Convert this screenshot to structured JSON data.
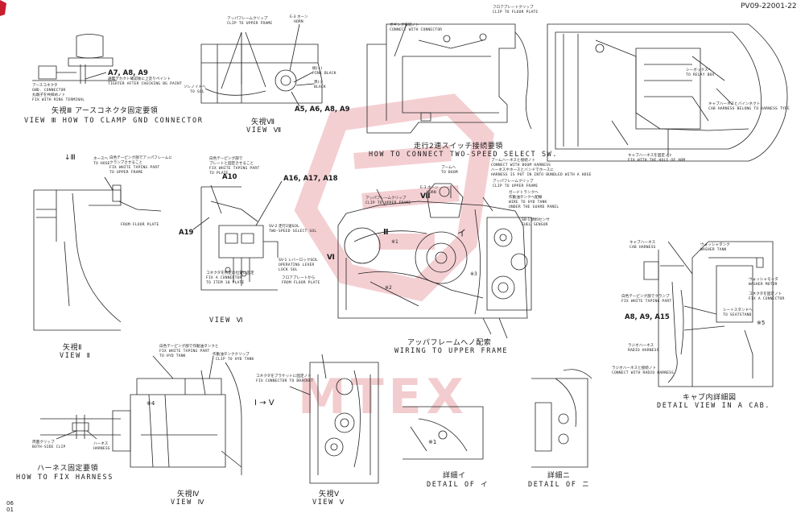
{
  "document": {
    "doc_id": "PV09-22001-22",
    "page_marks": [
      "06",
      "01"
    ],
    "watermark_text": "MTEX"
  },
  "views": {
    "view3": {
      "jp": "矢視Ⅲ アースコネクタ固定要領",
      "en": "VIEW Ⅲ HOW TO CLAMP GND CONNECTOR",
      "refs": "A7, A8, A9",
      "notes": [
        "アースコネクタ",
        "GND. CONNECTOR",
        "丸端子を共締めノト",
        "FIX WITH RING TERMINAL",
        "通電テカクト確認後に上塗りペイント",
        "TIGHTER AFTER CHECKING BG PAINT"
      ]
    },
    "view7": {
      "jp": "矢視Ⅶ",
      "en": "VIEW Ⅶ",
      "refs": "A5, A6, A8, A9",
      "notes": [
        "アッパフレームクリップ",
        "CLIP TO UPPER FRAME",
        "E-3 ホーン",
        "HORN",
        "ソレノイドへ",
        "TO SOL",
        "桃(+)",
        "PINK BLACK",
        "黒(-)",
        "BLACK"
      ]
    },
    "two_speed": {
      "jp": "走行2速スイッチ接続要領",
      "en": "HOW TO CONNECT TWO-SPEED SELECT SW.",
      "notes": [
        "ボギング接続ノト",
        "CONNECT WITH CONNECTOR",
        "フロアプレートクリップ",
        "CLIP TO FLOOR PLATE"
      ]
    },
    "cab_right": {
      "notes": [
        "シーボックスへ",
        "TO RELAY BOX",
        "キャブハーネスとバインネクト",
        "CAB HARNESS BELONG TO HARNESS TYPE",
        "キャブハーネスを固定ノト",
        "FIX WITH THE HOLE OF ARM"
      ]
    },
    "view2": {
      "jp": "矢視Ⅱ",
      "en": "VIEW Ⅱ",
      "notes": [
        "ホースへ",
        "TO HOSE",
        "白色テーピング部でアッパフレームに",
        "クランプさせること",
        "FIX WHITE TAPING PART",
        "TO UPPER FRAME",
        "FROM FLOOR PLATE"
      ]
    },
    "view6": {
      "jp": "",
      "en": "VIEW Ⅵ",
      "refs_top": "A16, A17, A18",
      "ref_a10": "A10",
      "ref_a19": "A19",
      "notes": [
        "白色テーピング部で",
        "プレートと固定させること",
        "FIX WHITE TAPING PART",
        "TO PLATE",
        "SV-2 走行2速SOL",
        "TWO-SPEED SELECT SOL",
        "SV-1 レバーロックSOL",
        "OPERATING LEVER",
        "LOCK SOL",
        "コネクタを所定の位置に固定",
        "FIX A CONNECTOR",
        "TO ITEM 10 PLATE",
        "フロアプレートから",
        "FROM FLOOR PLATE"
      ]
    },
    "upper_frame": {
      "jp": "アッパフレームへノ配索",
      "en": "WIRING TO UPPER FRAME",
      "notes": [
        "ブームへ",
        "TO BOOM",
        "ブームハーネスと接続ノト",
        "CONNECT WITH BOOM HARNESS",
        "ハーネスやホースとバンドでホースに",
        "HARNESS IS PUT IN INTO BUNDLED WITH A HOSE",
        "アッパフレームクリップ",
        "CLIP TO UPPER FRAME",
        "E-3 ホーン",
        "HORN",
        "アッパフレームクリップ",
        "CLIP TO UPPER FRAME",
        "ガードトランクへ",
        "作動油タンクへ配線",
        "WIRE TO HYD TANK",
        "UNDER THE GUARD PANEL",
        "S8-1 燃料センサ",
        "FUEL SENSOR",
        "Ⅶ",
        "Ⅱ",
        "Ⅵ",
        "イ",
        "※1",
        "※2",
        "※3"
      ]
    },
    "cab_detail": {
      "jp": "キャブ内詳細図",
      "en": "DETAIL VIEW IN A CAB.",
      "refs": "A8, A9, A15",
      "notes": [
        "キャブハーネス",
        "CAB HARNESS",
        "ウォッシャタンク",
        "WASHER TANK",
        "ウォッシャモータ",
        "WASHER MOTOR",
        "白色テーピング部でクランプ",
        "FIX WHITE TAPING PART",
        "コネクタを固定ノト",
        "FIX A CONNECTOR",
        "シートスタンドへ",
        "TO SEATSTAND",
        "ラジオハーネス",
        "RADIO HARNESS",
        "ラジオハーネスと接続ノト",
        "CONNECT WITH RADIO HARNESS",
        "※5"
      ]
    },
    "fix_harness": {
      "jp": "ハーネス固定要領",
      "en": "HOW TO FIX HARNESS",
      "notes": [
        "両面クリップ",
        "BOTH-SIDE CLIP",
        "ハーネス",
        "HARNESS"
      ]
    },
    "view4": {
      "jp": "矢視Ⅳ",
      "en": "VIEW Ⅳ",
      "notes": [
        "白色テーピング部で作動油タンクと",
        "FIX WHITE TAPING PART",
        "TO HYD TANK",
        "作動油タンククリップ",
        "CLIP TO HYD TANK",
        "※4",
        "Ⅴ"
      ]
    },
    "view5": {
      "jp": "矢視Ⅴ",
      "en": "VIEW Ⅴ",
      "notes": [
        "コネクタをブラケットに固定ノト",
        "FIX CONNECTOR TO BRACKET"
      ]
    },
    "detail_i": {
      "jp": "詳細イ",
      "en": "DETAIL OF イ",
      "notes": [
        "※1"
      ]
    },
    "detail_ni": {
      "jp": "詳細ニ",
      "en": "DETAIL OF ニ"
    }
  }
}
